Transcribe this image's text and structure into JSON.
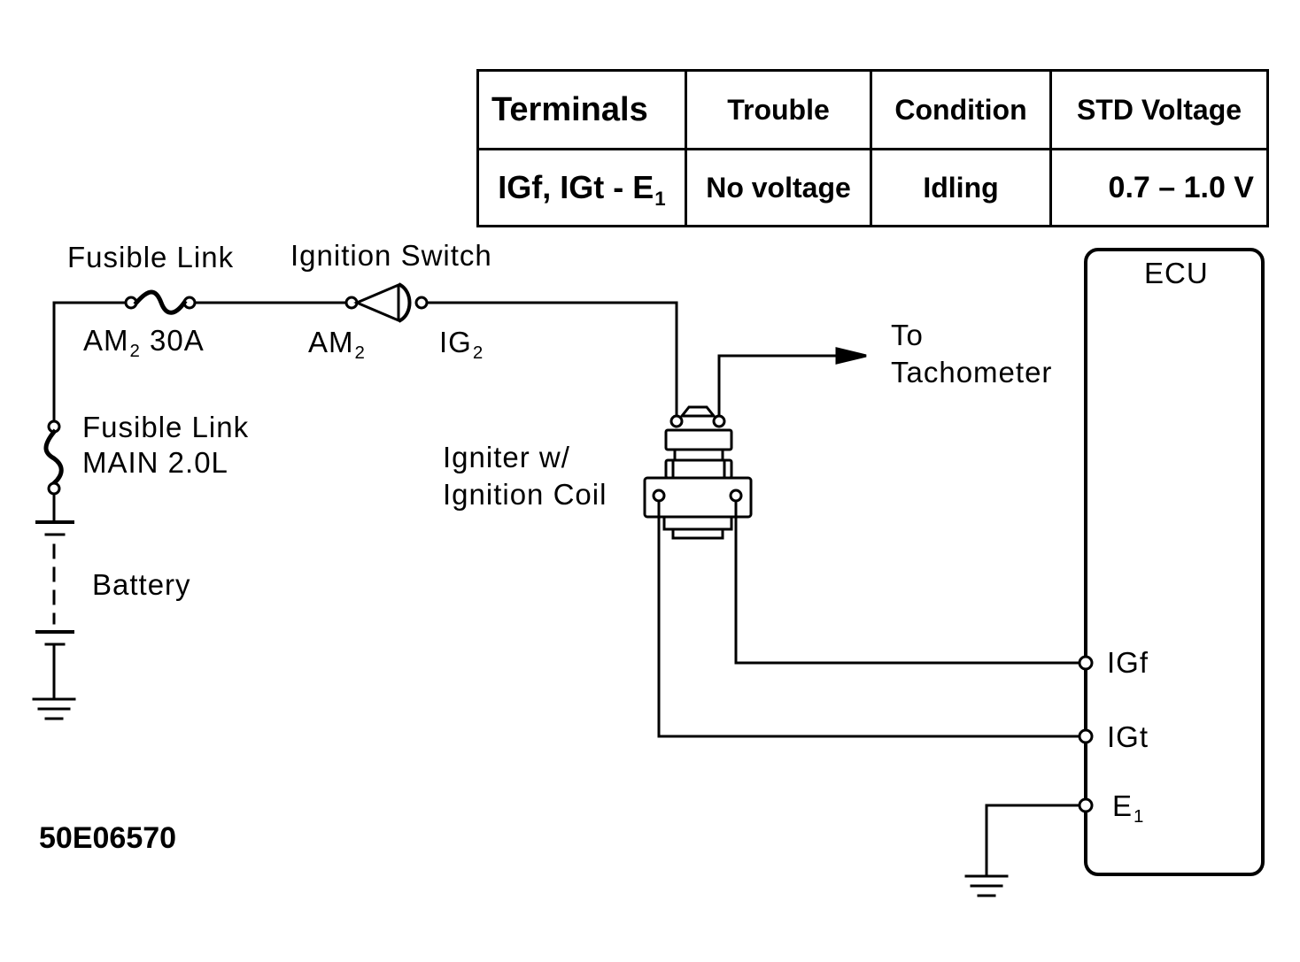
{
  "table": {
    "headers": [
      "Terminals",
      "Trouble",
      "Condition",
      "STD Voltage"
    ],
    "row": {
      "terminals": "IGf, IGt - E",
      "terminals_sub": "1",
      "trouble": "No voltage",
      "condition": "Idling",
      "std_voltage": "0.7 – 1.0 V"
    }
  },
  "labels": {
    "fusible_link_top": "Fusible Link",
    "am2_30a_pre": "AM",
    "am2_30a_sub": "2",
    "am2_30a_post": " 30A",
    "ignition_switch": "Ignition Switch",
    "switch_am2_pre": "AM",
    "switch_am2_sub": "2",
    "switch_ig2_pre": "IG",
    "switch_ig2_sub": "2",
    "fusible_link_main_1": "Fusible Link",
    "fusible_link_main_2": "MAIN 2.0L",
    "battery": "Battery",
    "to_tachometer_1": "To",
    "to_tachometer_2": "Tachometer",
    "igniter_1": "Igniter w/",
    "igniter_2": "Ignition Coil",
    "ecu": "ECU",
    "igf": "IGf",
    "igt": "IGt",
    "e1_pre": "E",
    "e1_sub": "1",
    "figure_code": "50E06570"
  }
}
